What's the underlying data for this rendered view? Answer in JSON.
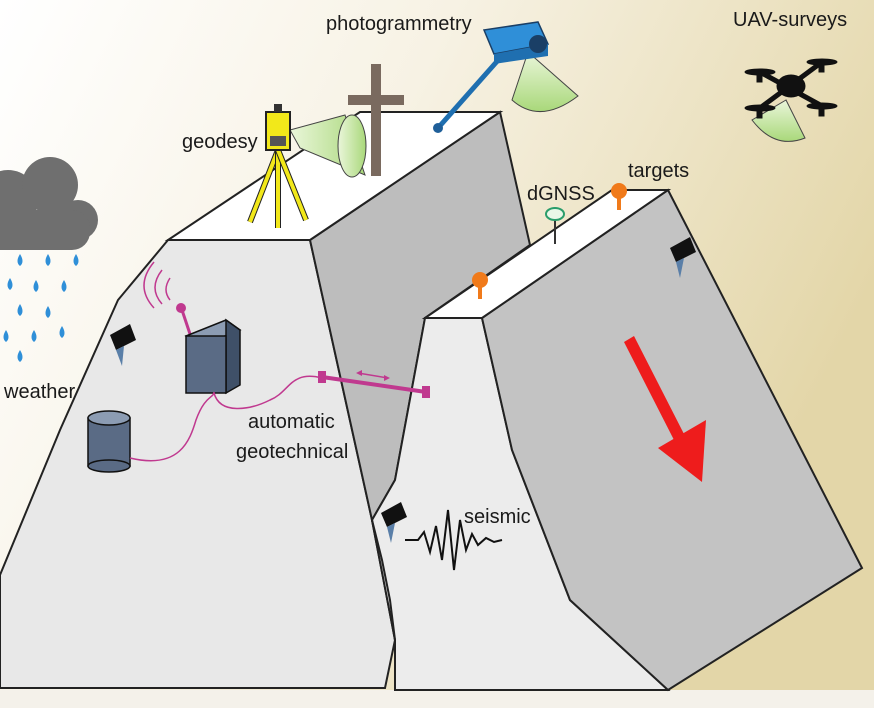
{
  "labels": {
    "photogrammetry": "photogrammetry",
    "uav": "UAV-surveys",
    "geodesy": "geodesy",
    "dgnss": "dGNSS",
    "targets": "targets",
    "weather": "weather",
    "automatic": "automatic",
    "geotechnical": "geotechnical",
    "seismic": "seismic"
  },
  "colors": {
    "background_left": "#ffffff",
    "background_right": "#e3d6a8",
    "rock_top": "#ffffff",
    "rock_face_light": "#e6e6e6",
    "rock_face_dark": "#bdbdbd",
    "instrument_blue": "#2f8fd8",
    "geotech_magenta": "#c0398f",
    "target_orange": "#f07a1a",
    "motion_arrow": "#ee1c1c",
    "cloud": "#6f6f6f",
    "rain": "#2f8fd8",
    "cone_green": "#b8e08a",
    "cross": "#7a6a5f",
    "tripod_yellow": "#f2e81a"
  },
  "icons": [
    "cloud-icon",
    "rain-icon",
    "drone-icon",
    "camera-icon",
    "total-station-icon",
    "cross-icon",
    "gnss-receiver-icon",
    "target-icon",
    "sensor-icon",
    "box-icon",
    "cylinder-icon",
    "extensometer-icon",
    "seismogram-icon",
    "movement-arrow-icon"
  ]
}
